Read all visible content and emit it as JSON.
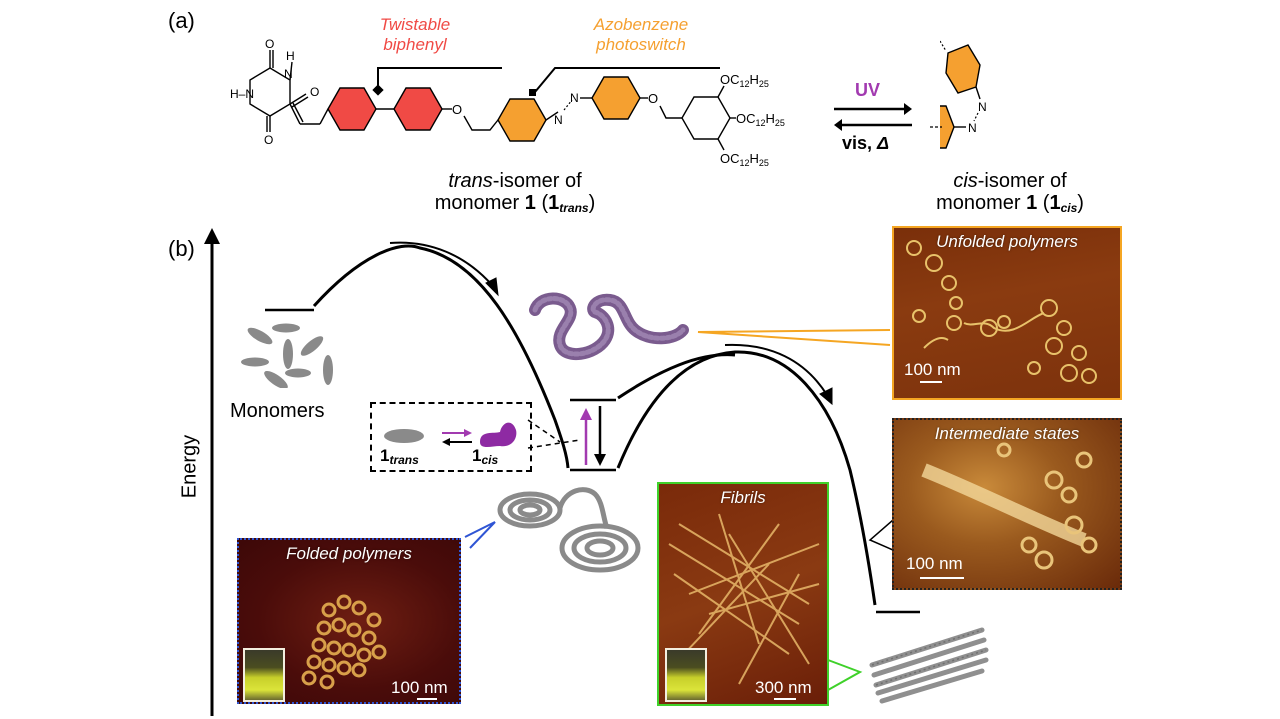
{
  "panel_a": {
    "label": "(a)",
    "biphenyl_label_line1": "Twistable",
    "biphenyl_label_line2": "biphenyl",
    "azobenzene_label_line1": "Azobenzene",
    "azobenzene_label_line2": "photoswitch",
    "atoms": {
      "O": "O",
      "H": "H",
      "N": "N",
      "HN": "H–N",
      "chain": "OC",
      "chain_sub1": "12",
      "chain_h": "H",
      "chain_sub2": "25"
    },
    "trans_caption_line1_italic": "trans",
    "trans_caption_line1_rest": "-isomer of",
    "trans_caption_line2_prefix": "monomer ",
    "trans_caption_bold": "1",
    "trans_caption_open": " (",
    "trans_caption_sub": "trans",
    "trans_caption_close": ")",
    "uv_label": "UV",
    "vis_label": "vis, ",
    "delta_label": "Δ",
    "cis_caption_line1_italic": "cis",
    "cis_caption_line1_rest": "-isomer of",
    "cis_caption_line2_prefix": "monomer ",
    "cis_caption_bold": "1",
    "cis_caption_open": " (",
    "cis_caption_sub": "cis",
    "cis_caption_close": ")"
  },
  "panel_b": {
    "label": "(b)",
    "energy_axis_label": "Energy",
    "monomers_label": "Monomers",
    "inset_trans_num": "1",
    "inset_trans_sub": "trans",
    "inset_cis_num": "1",
    "inset_cis_sub": "cis",
    "afm_images": [
      {
        "title": "Unfolded polymers",
        "scale": "100 nm",
        "frame_color": "#f5a623"
      },
      {
        "title": "Intermediate states",
        "scale": "100 nm",
        "frame_color": "#222222"
      },
      {
        "title": "Folded polymers",
        "scale": "100 nm",
        "frame_color": "#2f55d4"
      },
      {
        "title": "Fibrils",
        "scale": "300 nm",
        "frame_color": "#3fd12a"
      }
    ]
  },
  "colors": {
    "biphenyl_red": "#f04a45",
    "azobenzene_orange": "#f5a030",
    "uv_purple": "#a23ab0"
  }
}
